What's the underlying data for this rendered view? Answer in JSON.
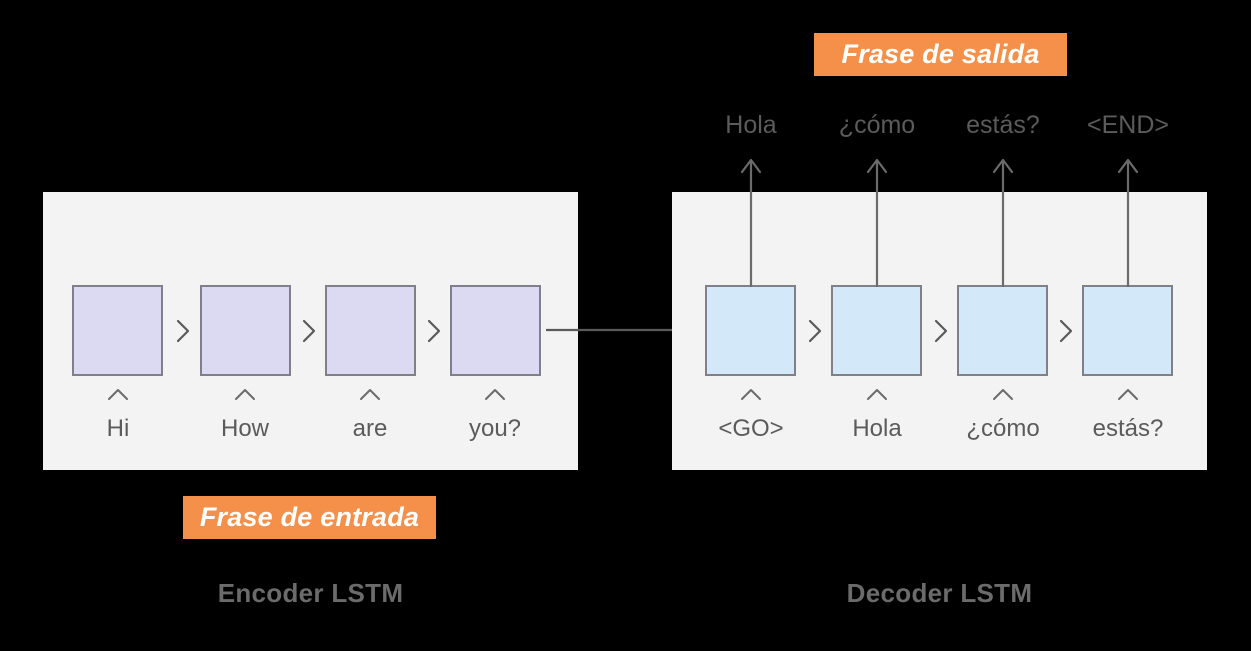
{
  "diagram": {
    "title_encoder": "Encoder LSTM",
    "title_decoder": "Decoder LSTM",
    "badge_input": "Frase de entrada",
    "badge_output": "Frase de salida",
    "colors": {
      "background": "#000000",
      "panel": "#f3f3f3",
      "encoder_cell": "#dcd9f3",
      "decoder_cell": "#d3e9f9",
      "cell_border": "#808088",
      "badge_orange": "#f5904a",
      "badge_text": "#ffffff",
      "word_text": "#5b5b5b",
      "caption_text": "#6b6b6b",
      "arrow": "#5a5a5a"
    },
    "encoder": {
      "inputs": [
        "Hi",
        "How",
        "are",
        "you?"
      ],
      "cell_count": 4
    },
    "decoder": {
      "inputs": [
        "<GO>",
        "Hola",
        "¿cómo",
        "estás?"
      ],
      "outputs": [
        "Hola",
        "¿cómo",
        "estás?",
        "<END>"
      ],
      "cell_count": 4
    },
    "icons": {
      "cell_link": "chevron-right-icon",
      "input_marker": "caret-up-icon",
      "output_arrow": "arrow-up-icon",
      "bridge": "arrow-right-icon"
    }
  }
}
